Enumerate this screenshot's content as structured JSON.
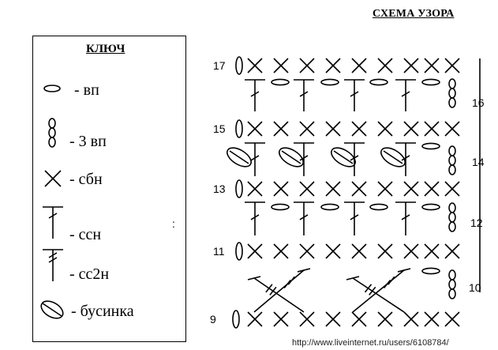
{
  "title": "СХЕМА УЗОРА",
  "key": {
    "title": "КЛЮЧ",
    "items": [
      {
        "symbol": "chain-stitch-icon",
        "label": "- вп"
      },
      {
        "symbol": "three-chain-icon",
        "label": "- 3 вп"
      },
      {
        "symbol": "single-crochet-icon",
        "label": "- сбн"
      },
      {
        "symbol": "double-crochet-icon",
        "label": "- ссн"
      },
      {
        "symbol": "treble-crochet-icon",
        "label": "- сс2н"
      },
      {
        "symbol": "bead-icon",
        "label": "- бусинка"
      }
    ]
  },
  "rows_left": [
    "17",
    "15",
    "13",
    "11",
    "9"
  ],
  "rows_right": [
    "16",
    "14",
    "12",
    "10"
  ],
  "stray_mark": ":",
  "watermark": "http://www.liveinternet.ru/users/6108784/"
}
